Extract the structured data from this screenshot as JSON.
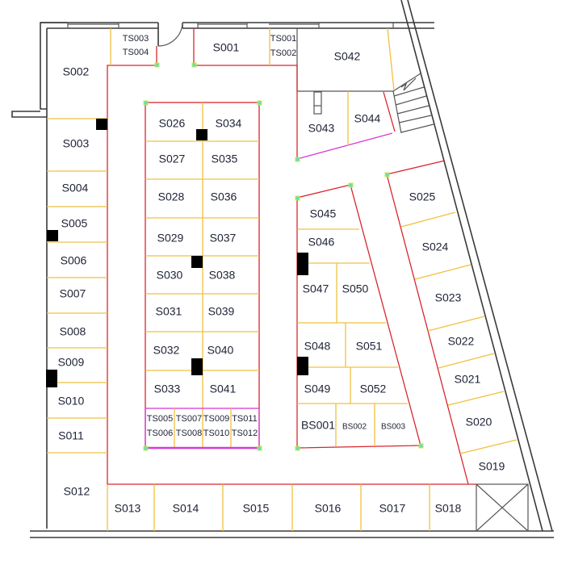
{
  "plan": {
    "colors": {
      "wall": "#3a3a3a",
      "boundary": "#d9262e",
      "divider": "#f0c040",
      "locker_boundary": "#d63ad6",
      "node": "#5fe0c0",
      "pillar": "#000000",
      "label": "#1e2235"
    },
    "units": {
      "S001": "S001",
      "S002": "S002",
      "S003": "S003",
      "S004": "S004",
      "S005": "S005",
      "S006": "S006",
      "S007": "S007",
      "S008": "S008",
      "S009": "S009",
      "S010": "S010",
      "S011": "S011",
      "S012": "S012",
      "S013": "S013",
      "S014": "S014",
      "S015": "S015",
      "S016": "S016",
      "S017": "S017",
      "S018": "S018",
      "S019": "S019",
      "S020": "S020",
      "S021": "S021",
      "S022": "S022",
      "S023": "S023",
      "S024": "S024",
      "S025": "S025",
      "S026": "S026",
      "S027": "S027",
      "S028": "S028",
      "S029": "S029",
      "S030": "S030",
      "S031": "S031",
      "S032": "S032",
      "S033": "S033",
      "S034": "S034",
      "S035": "S035",
      "S036": "S036",
      "S037": "S037",
      "S038": "S038",
      "S039": "S039",
      "S040": "S040",
      "S041": "S041",
      "S042": "S042",
      "S043": "S043",
      "S044": "S044",
      "S045": "S045",
      "S046": "S046",
      "S047": "S047",
      "S048": "S048",
      "S049": "S049",
      "S050": "S050",
      "S051": "S051",
      "S052": "S052",
      "BS001": "BS001",
      "BS002": "BS002",
      "BS003": "BS003",
      "TS001": "TS001",
      "TS002": "TS002",
      "TS003": "TS003",
      "TS004": "TS004",
      "TS005": "TS005",
      "TS006": "TS006",
      "TS007": "TS007",
      "TS008": "TS008",
      "TS009": "TS009",
      "TS010": "TS010",
      "TS011": "TS011",
      "TS012": "TS012"
    },
    "features": {
      "stairs": "stairs-icon",
      "elevator": "lift-shaft-icon",
      "door": "door-swing-icon",
      "pillars": "pillar-icon"
    }
  }
}
